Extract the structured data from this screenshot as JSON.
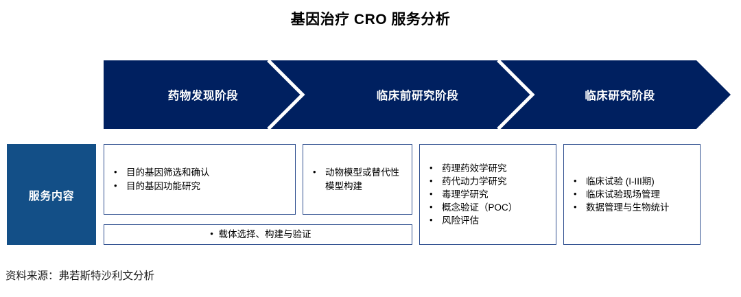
{
  "title": "基因治疗 CRO 服务分析",
  "colors": {
    "banner_navy": "#002060",
    "label_blue": "#134f87",
    "box_border": "#2f4f8f",
    "text_white": "#ffffff",
    "text_black": "#000000",
    "background": "#ffffff"
  },
  "banner": {
    "phases": [
      {
        "label": "药物发现阶段"
      },
      {
        "label": "临床前研究阶段"
      },
      {
        "label": "临床研究阶段"
      }
    ],
    "separator_icon": "chevron-right-icon"
  },
  "row": {
    "label": "服务内容"
  },
  "boxes": [
    {
      "name": "discovery",
      "bullet": "•",
      "items": [
        "目的基因筛选和确认",
        "目的基因功能研究"
      ]
    },
    {
      "name": "animal-model",
      "bullet": "•",
      "items": [
        "动物模型或替代性模型构建"
      ]
    },
    {
      "name": "preclinical",
      "bullet": "•",
      "items": [
        "药理药效学研究",
        "药代动力学研究",
        "毒理学研究",
        "概念验证（POC）",
        "风险评估"
      ]
    },
    {
      "name": "clinical",
      "bullet": "•",
      "items": [
        "临床试验 (I-III期)",
        "临床试验现场管理",
        "数据管理与生物统计"
      ]
    },
    {
      "name": "vector",
      "bullet": "•",
      "items": [
        "载体选择、构建与验证"
      ]
    }
  ],
  "source": "资料来源：弗若斯特沙利文分析"
}
